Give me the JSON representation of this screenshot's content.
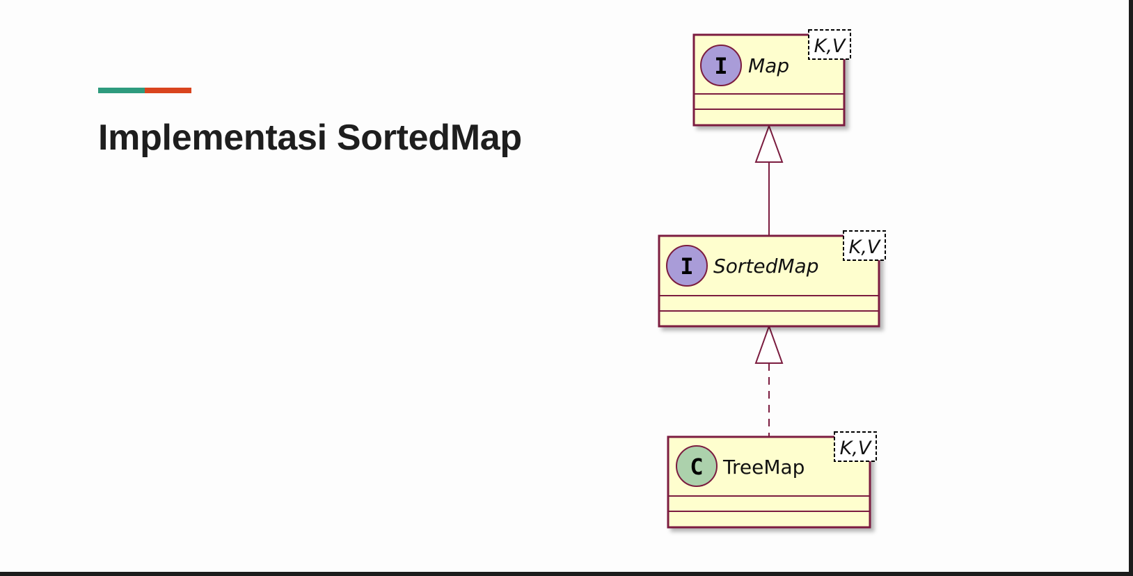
{
  "slide": {
    "title": "Implementasi SortedMap",
    "accent_colors": [
      "#2e9b7e",
      "#d9441e"
    ]
  },
  "diagram": {
    "colors": {
      "box_fill": "#fefece",
      "border": "#7b1c3f",
      "interface_badge": "#a99cd8",
      "class_badge": "#acd1ac"
    },
    "classes": [
      {
        "id": "map",
        "kind": "interface",
        "badge": "I",
        "name": "Map",
        "generic": "K,V"
      },
      {
        "id": "sortedmap",
        "kind": "interface",
        "badge": "I",
        "name": "SortedMap",
        "generic": "K,V"
      },
      {
        "id": "treemap",
        "kind": "class",
        "badge": "C",
        "name": "TreeMap",
        "generic": "K,V"
      }
    ],
    "relations": [
      {
        "from": "sortedmap",
        "to": "map",
        "type": "extends"
      },
      {
        "from": "treemap",
        "to": "sortedmap",
        "type": "implements"
      }
    ]
  }
}
